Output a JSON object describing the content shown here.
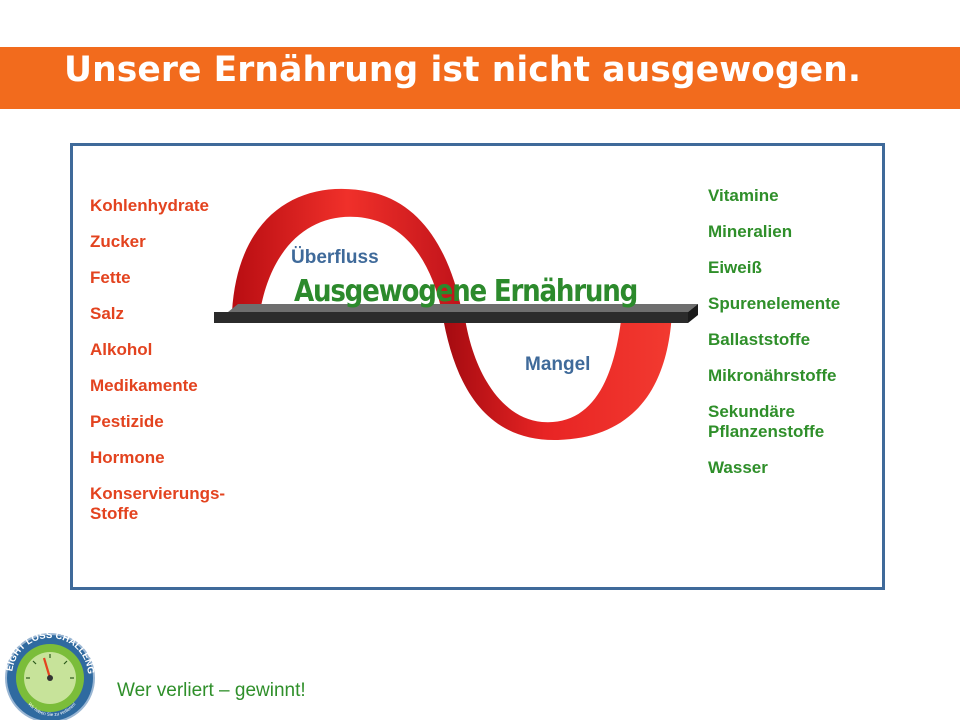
{
  "slide": {
    "title": "Unsere Ernährung ist nicht ausgewogen.",
    "center_label": "Ausgewogene Ernährung",
    "label_top": "Überfluss",
    "label_bottom": "Mangel",
    "excess_items": [
      "Kohlenhydrate",
      "Zucker",
      "Fette",
      "Salz",
      "Alkohol",
      "Medikamente",
      "Pestizide",
      "Hormone",
      "Konservierungs- Stoffe"
    ],
    "deficit_items": [
      "Vitamine",
      "Mineralien",
      "Eiweiß",
      "Spurenelemente",
      "Ballaststoffe",
      "Mikronährstoffe",
      "Sekundäre Pflanzenstoffe",
      "Wasser"
    ],
    "footer": "Wer verliert – gewinnt!"
  },
  "logo": {
    "ring_text": "WEIGHT LOSS CHALLENGE",
    "slogan": "Wir haben Sie zu verlieren!"
  },
  "colors": {
    "title_bar": "#f26b1d",
    "frame": "#3f6a9a",
    "excess_text": "#e3431f",
    "deficit_text": "#2f8f2a",
    "wave": "#e02020",
    "center_label": "#2c8a2c"
  }
}
